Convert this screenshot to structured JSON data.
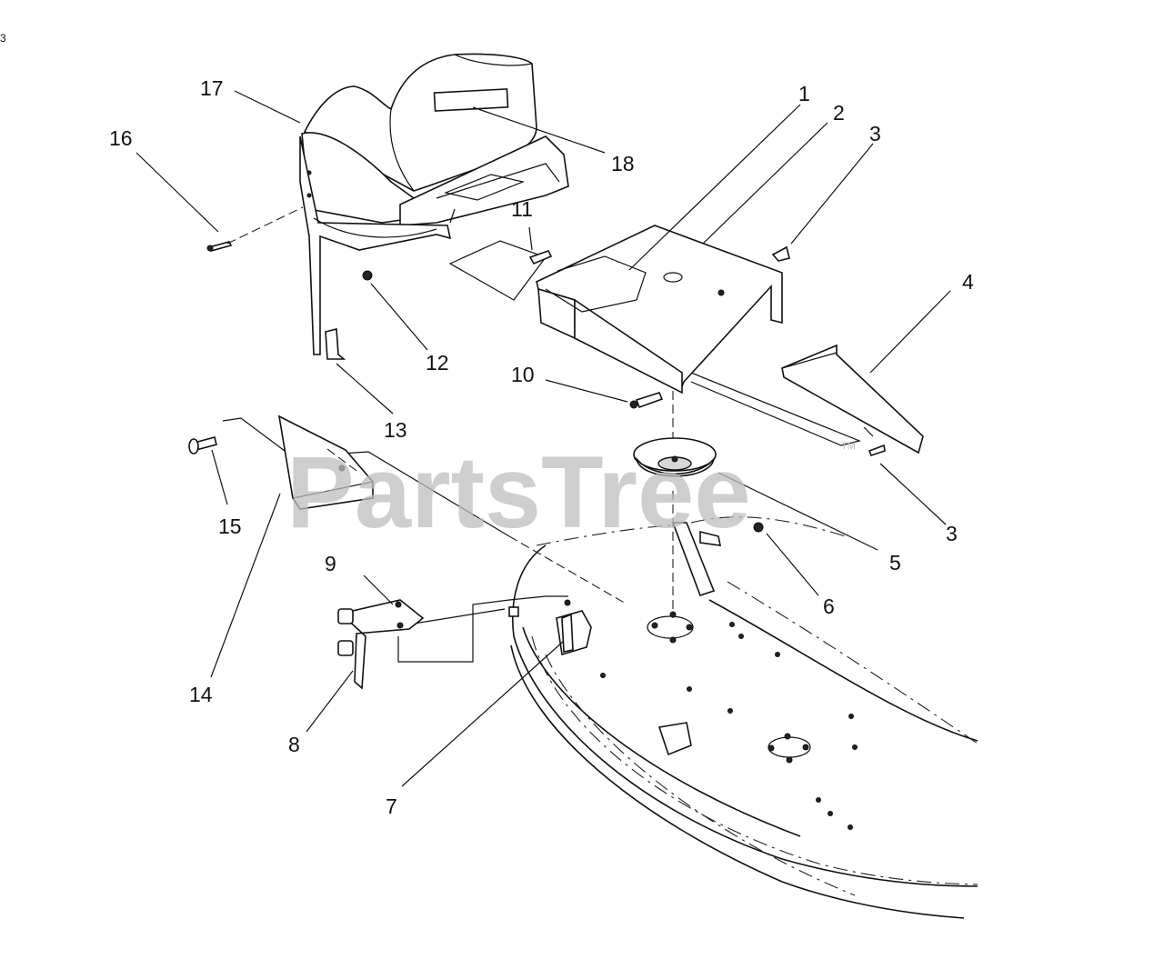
{
  "corner_mark": "3",
  "watermark": {
    "text": "PartsTree",
    "trademark": "TM"
  },
  "callouts": [
    "1",
    "2",
    "3",
    "3",
    "4",
    "5",
    "6",
    "7",
    "8",
    "9",
    "10",
    "11",
    "12",
    "13",
    "14",
    "15",
    "16",
    "17",
    "18"
  ]
}
